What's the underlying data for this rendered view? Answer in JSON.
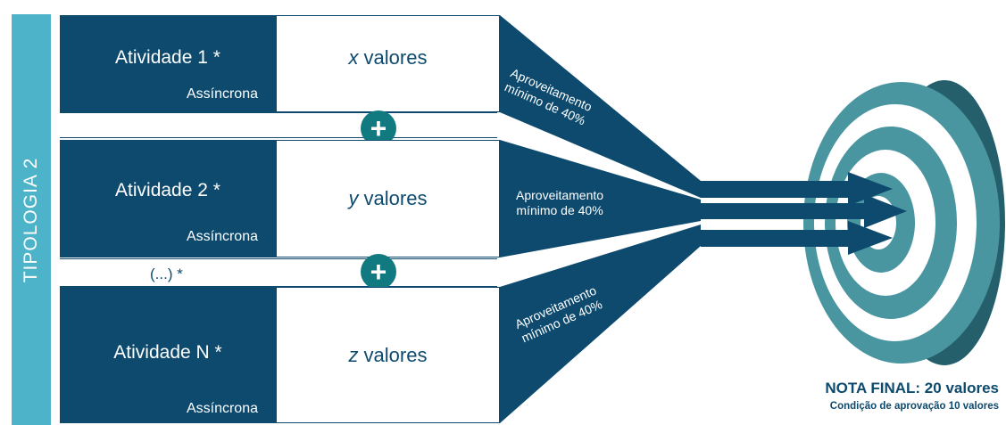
{
  "sidebar": {
    "label": "TIPOLOGIA 2"
  },
  "activities": [
    {
      "title": "Atividade 1 *",
      "subtitle": "Assíncrona",
      "var": "x",
      "unit": "valores"
    },
    {
      "title": "Atividade 2 *",
      "subtitle": "Assíncrona",
      "var": "y",
      "unit": "valores"
    },
    {
      "title": "Atividade N *",
      "subtitle": "Assíncrona",
      "var": "z",
      "unit": "valores"
    }
  ],
  "connectors": {
    "plus_symbol": "+",
    "ellipsis": "(...) *"
  },
  "funnels": [
    {
      "line1": "Aproveitamento",
      "line2": "mínimo de 40%"
    },
    {
      "line1": "Aproveitamento",
      "line2": "mínimo de 40%"
    },
    {
      "line1": "Aproveitamento",
      "line2": "mínimo de 40%"
    }
  ],
  "final": {
    "title": "NOTA FINAL: 20 valores",
    "subtitle": "Condição de aprovação 10 valores"
  },
  "colors": {
    "navy": "#0d4a6e",
    "teal": "#117a80",
    "sidebar": "#4db3c8",
    "target_light": "#4a96a0",
    "target_dark": "#255f6c"
  }
}
